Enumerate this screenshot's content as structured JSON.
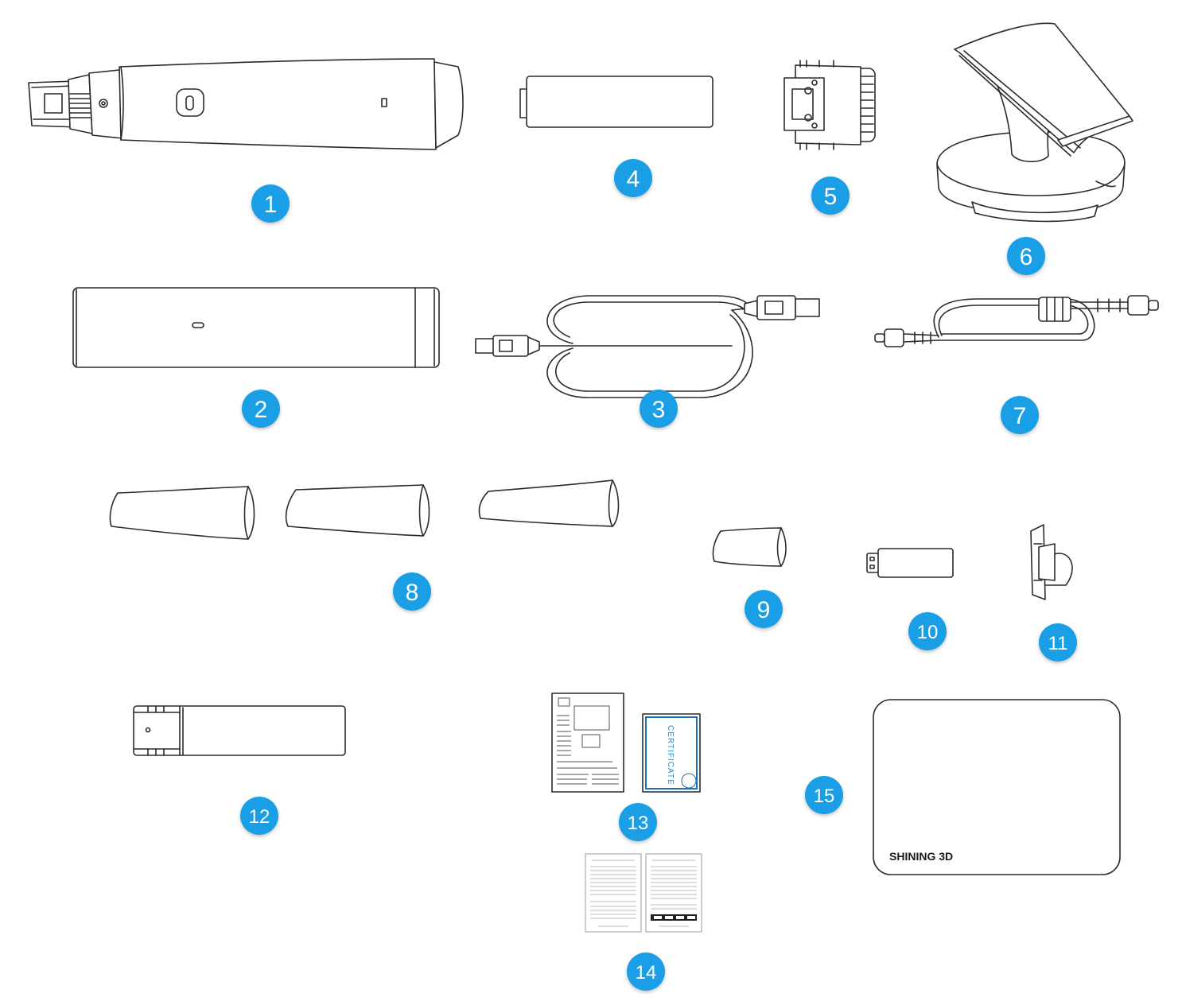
{
  "badge_color": "#1a9fe6",
  "badge_text_color": "#ffffff",
  "items": [
    {
      "number": "1",
      "icon": "scanner-handpiece-icon"
    },
    {
      "number": "2",
      "icon": "carrying-case-icon"
    },
    {
      "number": "3",
      "icon": "usb-cable-icon"
    },
    {
      "number": "4",
      "icon": "battery-icon"
    },
    {
      "number": "5",
      "icon": "adapter-head-icon"
    },
    {
      "number": "6",
      "icon": "scanner-cradle-icon"
    },
    {
      "number": "7",
      "icon": "usb-c-cable-icon"
    },
    {
      "number": "8",
      "icon": "scanner-tips-icon"
    },
    {
      "number": "9",
      "icon": "small-tip-icon"
    },
    {
      "number": "10",
      "icon": "usb-dongle-icon"
    },
    {
      "number": "11",
      "icon": "calibration-cap-icon"
    },
    {
      "number": "12",
      "icon": "calibration-tube-icon"
    },
    {
      "number": "13",
      "icon": "manual-certificate-icon"
    },
    {
      "number": "14",
      "icon": "instruction-sheets-icon"
    },
    {
      "number": "15",
      "icon": "mouse-pad-icon"
    }
  ],
  "certificate": {
    "label": "CERTIFICATE"
  },
  "mousepad": {
    "brand": "SHINING 3D"
  }
}
